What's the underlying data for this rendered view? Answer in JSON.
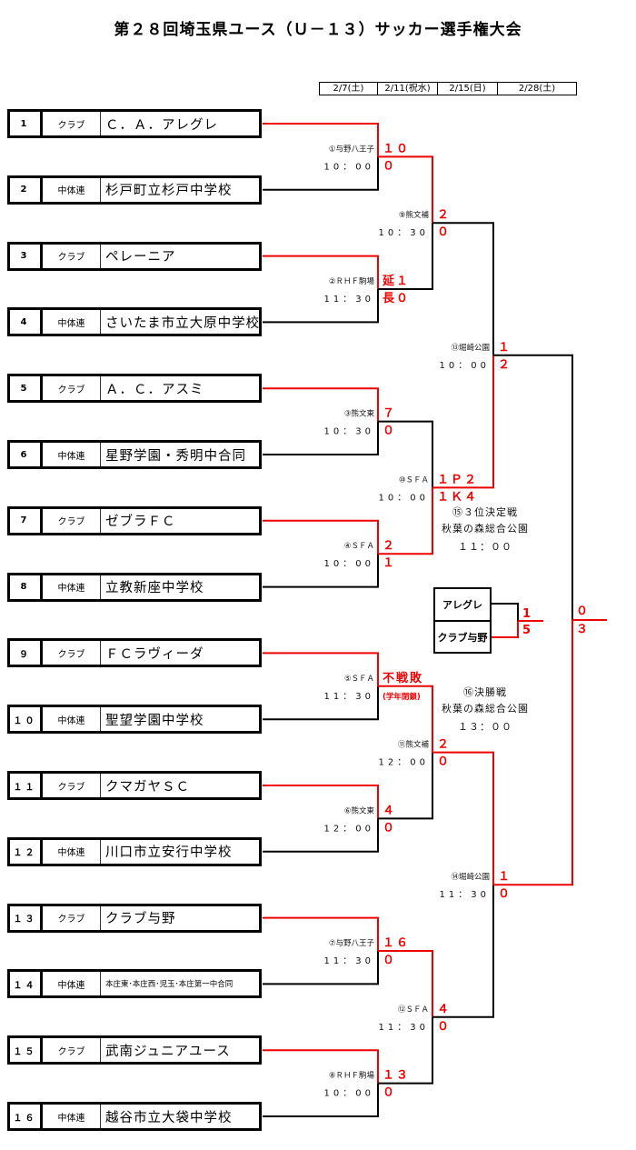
{
  "title": "第２８回埼玉県ユース（Ｕ－１３）サッカー選手権大会",
  "dates": [
    "2/7(土)",
    "2/11(祝水)",
    "2/15(日)",
    "2/28(土)"
  ],
  "teams": [
    {
      "num": "1",
      "category": "クラブ",
      "name": "Ｃ．Ａ．アレグレ"
    },
    {
      "num": "2",
      "category": "中体連",
      "name": "杉戸町立杉戸中学校"
    },
    {
      "num": "3",
      "category": "クラブ",
      "name": "ペレーニア"
    },
    {
      "num": "4",
      "category": "中体連",
      "name": "さいたま市立大原中学校"
    },
    {
      "num": "5",
      "category": "クラブ",
      "name": "Ａ．Ｃ．アスミ"
    },
    {
      "num": "6",
      "category": "中体連",
      "name": "星野学園・秀明中合同"
    },
    {
      "num": "7",
      "category": "クラブ",
      "name": "ゼブラＦＣ"
    },
    {
      "num": "8",
      "category": "中体連",
      "name": "立教新座中学校"
    },
    {
      "num": "９",
      "category": "クラブ",
      "name": "ＦＣラヴィーダ"
    },
    {
      "num": "１０",
      "category": "中体連",
      "name": "聖望学園中学校"
    },
    {
      "num": "１１",
      "category": "クラブ",
      "name": "クマガヤＳＣ"
    },
    {
      "num": "１２",
      "category": "中体連",
      "name": "川口市立安行中学校"
    },
    {
      "num": "１３",
      "category": "クラブ",
      "name": "クラブ与野"
    },
    {
      "num": "１４",
      "category": "中体連",
      "name": "本庄東･本庄西･児玉･本庄第一中合同"
    },
    {
      "num": "１５",
      "category": "クラブ",
      "name": "武南ジュニアユース"
    },
    {
      "num": "１６",
      "category": "中体連",
      "name": "越谷市立大袋中学校"
    }
  ],
  "round1": [
    {
      "venue": "①与野八王子",
      "time": "10：00",
      "top_score": "１０",
      "bottom_score": "０",
      "winner": "top"
    },
    {
      "venue": "②ＲＨＦ駒場",
      "time": "11：30",
      "top_score": "延１",
      "bottom_score": "長０",
      "winner": "top"
    },
    {
      "venue": "③熊文東",
      "time": "10：30",
      "top_score": "７",
      "bottom_score": "０",
      "winner": "top"
    },
    {
      "venue": "④ＳＦＡ",
      "time": "10：00",
      "top_score": "２",
      "bottom_score": "１",
      "winner": "top"
    },
    {
      "venue": "⑤ＳＦＡ",
      "time": "11：30",
      "top_score": "不戦敗",
      "bottom_score": "(学年閉鎖)",
      "winner": "top",
      "note": true
    },
    {
      "venue": "⑥熊文東",
      "time": "12：00",
      "top_score": "４",
      "bottom_score": "０",
      "winner": "top"
    },
    {
      "venue": "⑦与野八王子",
      "time": "11：30",
      "top_score": "１６",
      "bottom_score": "０",
      "winner": "top"
    },
    {
      "venue": "⑧ＲＨＦ駒場",
      "time": "10：00",
      "top_score": "１３",
      "bottom_score": "０",
      "winner": "top"
    }
  ],
  "round2": [
    {
      "venue": "⑨熊文補",
      "time": "10：30",
      "top_score": "２",
      "bottom_score": "０",
      "winner": "top"
    },
    {
      "venue": "⑩ＳＦＡ",
      "time": "10：00",
      "top_score": "１Ｐ２",
      "bottom_score": "１Ｋ４",
      "winner": "bottom"
    },
    {
      "venue": "⑪熊文補",
      "time": "12：00",
      "top_score": "２",
      "bottom_score": "０",
      "winner": "top"
    },
    {
      "venue": "⑫ＳＦＡ",
      "time": "11：30",
      "top_score": "４",
      "bottom_score": "０",
      "winner": "top"
    }
  ],
  "semis": [
    {
      "venue": "⑬堀崎公園",
      "time": "10：00",
      "top_score": "１",
      "bottom_score": "２",
      "winner": "bottom"
    },
    {
      "venue": "⑭堀崎公園",
      "time": "11：30",
      "top_score": "１",
      "bottom_score": "０",
      "winner": "top"
    }
  ],
  "final": {
    "top_score": "０",
    "bottom_score": "３",
    "winner": "bottom",
    "label": "⑯決勝戦",
    "venue": "秋葉の森総合公園",
    "time": "１３：００"
  },
  "third_place": {
    "label": "⑮３位決定戦",
    "venue": "秋葉の森総合公園",
    "time": "１１：００",
    "teams": [
      "アレグレ",
      "クラブ与野"
    ],
    "top_score": "1",
    "bottom_score": "5",
    "winner": "bottom"
  },
  "colors": {
    "win": "#ee0000",
    "lose": "#000000"
  }
}
